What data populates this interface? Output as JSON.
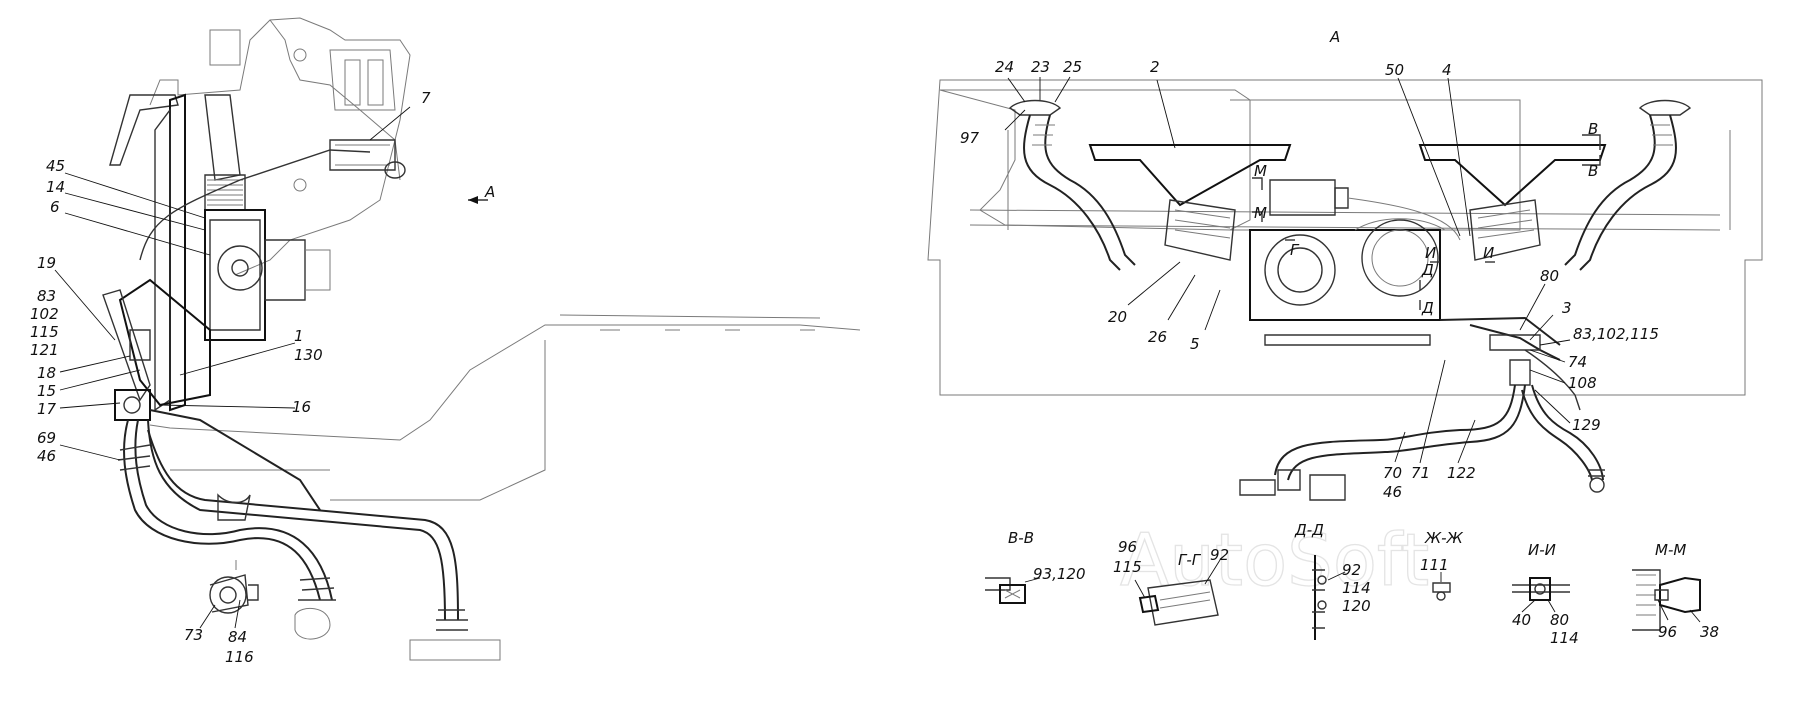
{
  "watermark": "AutoSoft",
  "view_a_title": "А",
  "view_a_arrow_label": "А",
  "left_view": {
    "labels": [
      "7",
      "45",
      "14",
      "6",
      "19",
      "83",
      "102",
      "115",
      "121",
      "18",
      "15",
      "17",
      "1",
      "130",
      "16",
      "69",
      "46",
      "73",
      "84",
      "116"
    ]
  },
  "right_view": {
    "labels": [
      "24",
      "23",
      "25",
      "2",
      "50",
      "4",
      "97",
      "В",
      "В",
      "М",
      "М",
      "Г",
      "И",
      "И",
      "Д",
      "Д",
      "20",
      "26",
      "5",
      "80",
      "3",
      "83,102,115",
      "74",
      "108",
      "129",
      "70",
      "46",
      "71",
      "122"
    ]
  },
  "sections": [
    {
      "title": "В-В",
      "labels": [
        "93,120"
      ]
    },
    {
      "title": "Г-Г",
      "labels": [
        "96",
        "115",
        "92"
      ]
    },
    {
      "title": "Д-Д",
      "labels": [
        "92",
        "114",
        "120"
      ]
    },
    {
      "title": "Ж-Ж",
      "labels": [
        "111"
      ]
    },
    {
      "title": "И-И",
      "labels": [
        "40",
        "80",
        "114"
      ]
    },
    {
      "title": "М-М",
      "labels": [
        "96",
        "38"
      ]
    }
  ]
}
